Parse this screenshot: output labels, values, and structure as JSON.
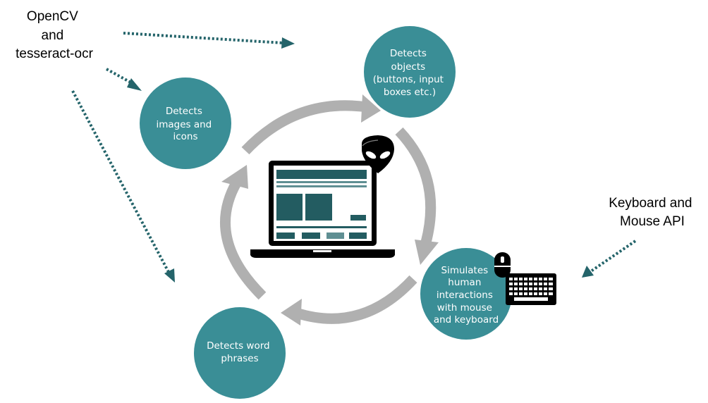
{
  "labels": {
    "opencv": [
      "OpenCV",
      "and",
      "tesseract-ocr"
    ],
    "keyboard_api": [
      "Keyboard and",
      "Mouse API"
    ]
  },
  "nodes": {
    "objects": [
      "Detects",
      "objects",
      "(buttons, input",
      "boxes etc.)"
    ],
    "images": [
      "Detects",
      "images and",
      "icons"
    ],
    "simulate": [
      "Simulates",
      "human",
      "interactions",
      "with mouse",
      "and keyboard"
    ],
    "words": [
      "Detects word",
      "phrases"
    ]
  },
  "colors": {
    "node_fill": "#3a8e96",
    "arrow_gray": "#b0b0b0",
    "dotted_arrow": "#24646a",
    "screen_block": "#235c61",
    "screen_block_light": "#5f8f93",
    "alien": "#000000"
  },
  "icons": {
    "center": "laptop-icon",
    "badge": "alien-head-icon",
    "input_devices": [
      "mouse-icon",
      "keyboard-icon"
    ]
  }
}
